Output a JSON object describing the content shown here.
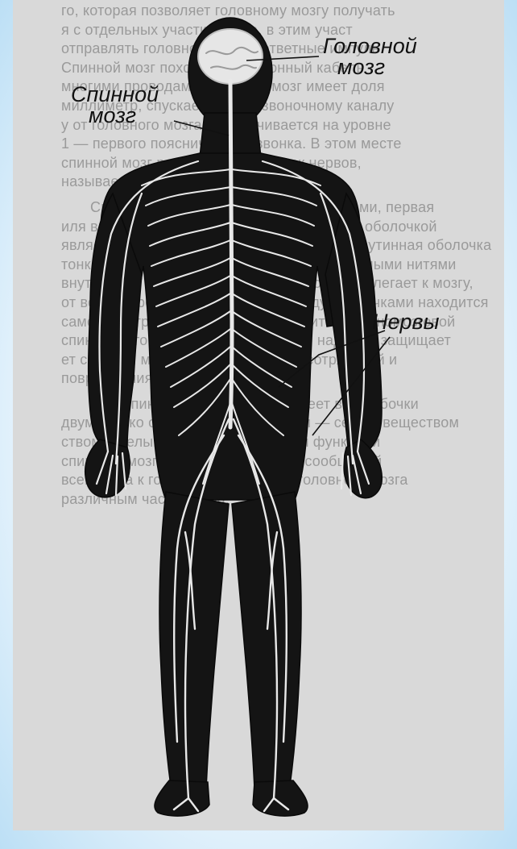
{
  "labels": {
    "brain_line1": "Головной",
    "brain_line2": "мозг",
    "spinal_line1": "Спинной",
    "spinal_line2": "мозг",
    "nerves": "Нервы"
  },
  "background_text": [
    {
      "text": "го, которая позволяет головному мозгу получать",
      "para": false
    },
    {
      "text": "я с отдельных участков тела, в этим участ",
      "para": false
    },
    {
      "text": "отправлять головному мозгу ответные импуль",
      "para": false
    },
    {
      "text": "Спинной мозг похож на телефонный кабель",
      "para": false
    },
    {
      "text": "многими проводами. Спинной мозг имеет доля",
      "para": false
    },
    {
      "text": "миллиметр, спускается по позвоночному каналу",
      "para": false
    },
    {
      "text": "у от головного мозга и заканчивается на уровне",
      "para": false
    },
    {
      "text": "1 — первого поясничного позвонка. В этом месте",
      "para": false
    },
    {
      "text": "спинной мозг разделяется на пучок нервов,",
      "para": false
    },
    {
      "text": "называемый конским хвостом.",
      "para": false
    },
    {
      "text": "Спинной мозг окружен тремя оболочками, первая",
      "para": true
    },
    {
      "text": "иля внешняя называется твердой мозговой оболочкой",
      "para": false
    },
    {
      "text": "является самой прочной. Промежуточная паутинная оболочка",
      "para": false
    },
    {
      "text": "тонкая, как будто сотканная тонкими паутинными нитями",
      "para": false
    },
    {
      "text": "внутренняя оболочка мягкая, она плотно прилегает к мозгу,",
      "para": false
    },
    {
      "text": "от водонепроницаемым слоем. Между оболочками находится",
      "para": false
    },
    {
      "text": "самом центре спинного мозга находится спинномозговой",
      "para": false
    },
    {
      "text": "спинномозговой жидкостью, которая надежно защищает",
      "para": false
    },
    {
      "text": "ет спинной мозг и предохраняет от сотрясений и",
      "para": false
    },
    {
      "text": "повреждения.",
      "para": false
    },
    {
      "text": "Сам спинной мозг в разрезе имеет вид бабочки",
      "para": true
    },
    {
      "text": "двумя четко обозначенными зонами — серым веществом",
      "para": false
    },
    {
      "text": "ством и белым веществом. Главной функцией",
      "para": false
    },
    {
      "text": "спинного мозга является передача сообщений",
      "para": false
    },
    {
      "text": "всего тела к головному мозгу и от головного мозга",
      "para": false
    },
    {
      "text": "различным частям тела.",
      "para": false
    }
  ],
  "colors": {
    "page_background": "#d9d9d9",
    "figure_body": "#141414",
    "nerve_lines": "#e8e8e8",
    "label_text": "#111111"
  }
}
